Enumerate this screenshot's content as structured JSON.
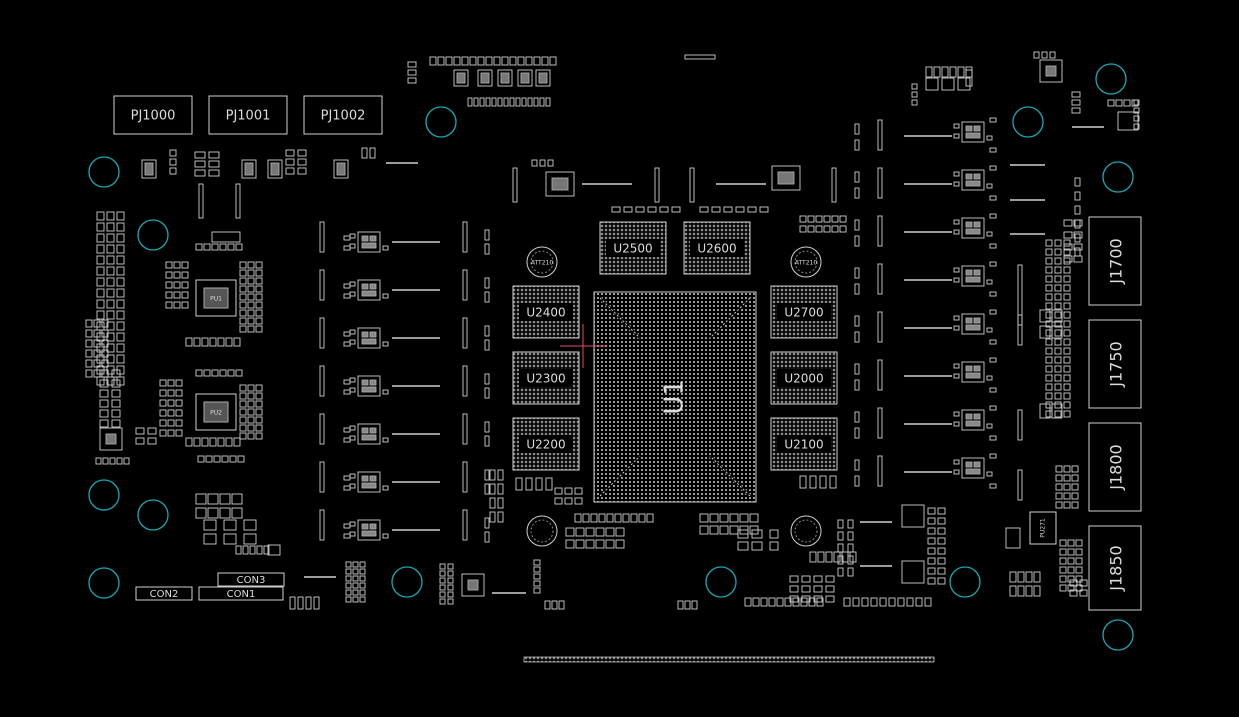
{
  "colors": {
    "background": "#000000",
    "silkscreen": "#d9d9d9",
    "pad_fill": "#8a8a8a",
    "mount_hole": "#19a8b8",
    "cursor": "#e05060"
  },
  "connectors": {
    "pj1000": "PJ1000",
    "pj1001": "PJ1001",
    "pj1002": "PJ1002",
    "con1": "CON1",
    "con2": "CON2",
    "con3": "CON3",
    "j1700": "J1700",
    "j1750": "J1750",
    "j1800": "J1800",
    "j1850": "J1850"
  },
  "memory_chips": {
    "u2500": "U2500",
    "u2600": "U2600",
    "u2400": "U2400",
    "u2300": "U2300",
    "u2200": "U2200",
    "u2700": "U2700",
    "u2000": "U2000",
    "u2100": "U2100"
  },
  "gpu": {
    "label": "U1"
  },
  "small_labels": {
    "att_left": "ATT210",
    "att_right": "ATT210",
    "pu_left_top": "PU1",
    "pu_left_bottom": "PU2",
    "pu_right": "PU271"
  }
}
